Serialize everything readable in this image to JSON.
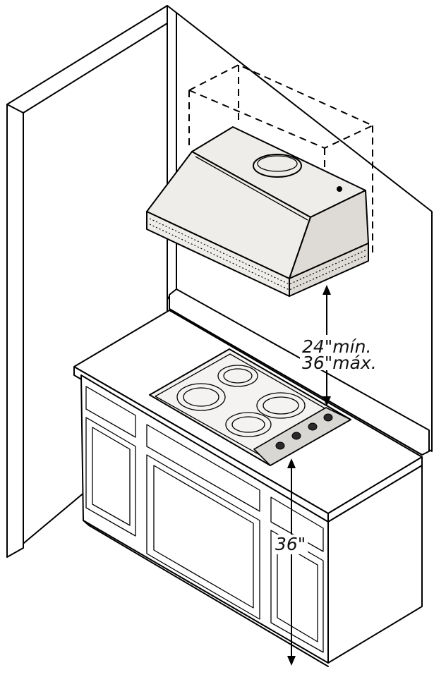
{
  "labels": {
    "hood_clearance_min": "24\"mín.",
    "hood_clearance_max": "36\"máx.",
    "counter_height": "36\""
  }
}
